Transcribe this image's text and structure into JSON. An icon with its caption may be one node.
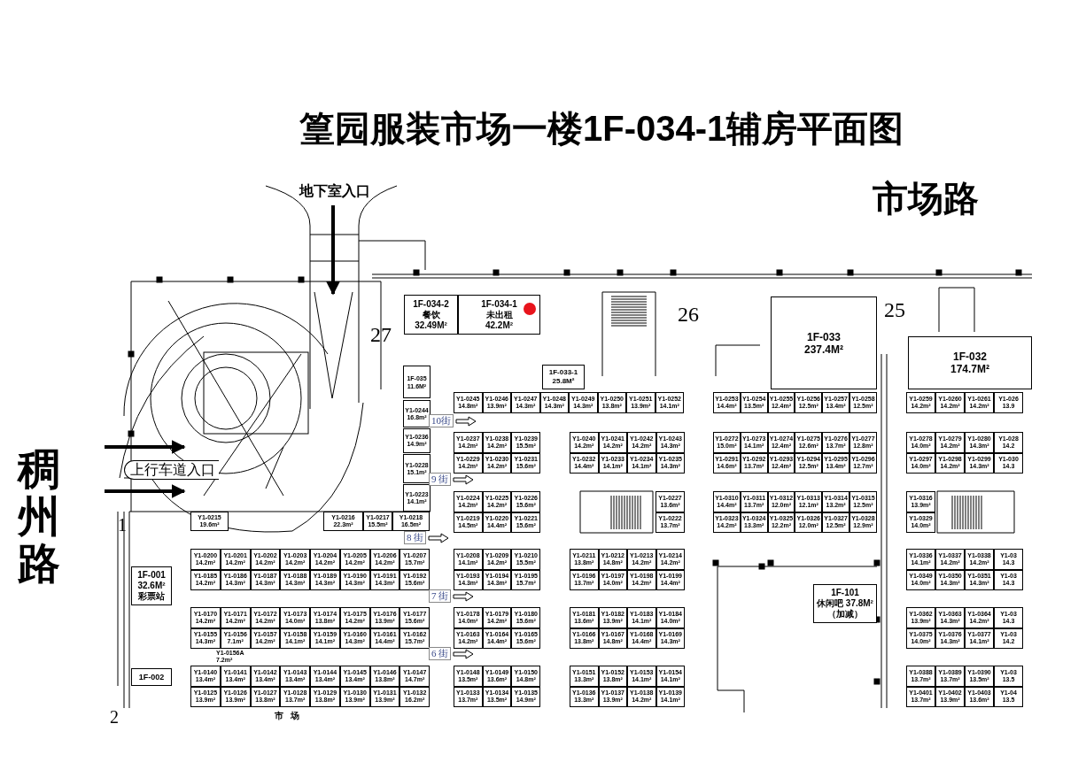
{
  "diagram": {
    "title": "篁园服装市场一楼1F-034-1辅房平面图",
    "nodes": [
      {
        "text": [
          "1F-034-2",
          "餐饮",
          "32.49M²"
        ]
      },
      {
        "text": [
          "1F-034-1",
          "未出租",
          "42.2M²"
        ]
      },
      {
        "text": [
          "1F-033",
          "237.4M²"
        ]
      },
      {
        "text": [
          "1F-032",
          "174.7M²"
        ]
      },
      {
        "text": [
          "1F-035",
          "11.6M²"
        ]
      },
      {
        "text": [
          "1F-033-1",
          "25.8M²"
        ]
      },
      {
        "text": [
          "Y1-0245",
          "14.8m²"
        ]
      },
      {
        "text": [
          "Y1-0246",
          "13.9m²"
        ]
      },
      {
        "text": [
          "Y1-0247",
          "14.3m²"
        ]
      },
      {
        "text": [
          "Y1-0248",
          "14.3m²"
        ]
      },
      {
        "text": [
          "Y1-0249",
          "14.3m²"
        ]
      },
      {
        "text": [
          "Y1-0250",
          "13.8m²"
        ]
      },
      {
        "text": [
          "Y1-0251",
          "13.9m²"
        ]
      },
      {
        "text": [
          "Y1-0252",
          "14.1m²"
        ]
      },
      {
        "text": [
          "Y1-0253",
          "14.4m²"
        ]
      },
      {
        "text": [
          "Y1-0254",
          "13.5m²"
        ]
      },
      {
        "text": [
          "Y1-0255",
          "12.4m²"
        ]
      },
      {
        "text": [
          "Y1-0256",
          "12.5m²"
        ]
      },
      {
        "text": [
          "Y1-0257",
          "13.4m²"
        ]
      },
      {
        "text": [
          "Y1-0258",
          "12.5m²"
        ]
      },
      {
        "text": [
          "Y1-0259",
          "14.2m²"
        ]
      },
      {
        "text": [
          "Y1-0260",
          "14.2m²"
        ]
      },
      {
        "text": [
          "Y1-0261",
          "14.2m²"
        ]
      },
      {
        "text": [
          "Y1-026",
          "13.9"
        ]
      },
      {
        "text": [
          "Y1-0244",
          "16.8m²"
        ]
      },
      {
        "text": [
          "Y1-0236",
          "14.9m²"
        ]
      },
      {
        "text": [
          "Y1-0228",
          "15.1m²"
        ]
      },
      {
        "text": [
          "Y1-0223",
          "14.1m²"
        ]
      },
      {
        "text": [
          "Y1-0237",
          "14.2m²"
        ]
      },
      {
        "text": [
          "Y1-0238",
          "14.2m²"
        ]
      },
      {
        "text": [
          "Y1-0239",
          "15.5m²"
        ]
      },
      {
        "text": [
          "Y1-0229",
          "14.2m²"
        ]
      },
      {
        "text": [
          "Y1-0230",
          "14.2m²"
        ]
      },
      {
        "text": [
          "Y1-0231",
          "15.6m²"
        ]
      },
      {
        "text": [
          "Y1-0240",
          "14.2m²"
        ]
      },
      {
        "text": [
          "Y1-0241",
          "14.2m²"
        ]
      },
      {
        "text": [
          "Y1-0242",
          "14.2m²"
        ]
      },
      {
        "text": [
          "Y1-0243",
          "14.3m²"
        ]
      },
      {
        "text": [
          "Y1-0232",
          "14.4m²"
        ]
      },
      {
        "text": [
          "Y1-0233",
          "14.1m²"
        ]
      },
      {
        "text": [
          "Y1-0234",
          "14.1m²"
        ]
      },
      {
        "text": [
          "Y1-0235",
          "14.3m²"
        ]
      },
      {
        "text": [
          "Y1-0272",
          "15.0m²"
        ]
      },
      {
        "text": [
          "Y1-0273",
          "14.1m²"
        ]
      },
      {
        "text": [
          "Y1-0274",
          "12.4m²"
        ]
      },
      {
        "text": [
          "Y1-0275",
          "12.6m²"
        ]
      },
      {
        "text": [
          "Y1-0276",
          "13.7m²"
        ]
      },
      {
        "text": [
          "Y1-0277",
          "12.8m²"
        ]
      },
      {
        "text": [
          "Y1-0291",
          "14.6m²"
        ]
      },
      {
        "text": [
          "Y1-0292",
          "13.7m²"
        ]
      },
      {
        "text": [
          "Y1-0293",
          "12.4m²"
        ]
      },
      {
        "text": [
          "Y1-0294",
          "12.5m²"
        ]
      },
      {
        "text": [
          "Y1-0295",
          "13.4m²"
        ]
      },
      {
        "text": [
          "Y1-0296",
          "12.7m²"
        ]
      },
      {
        "text": [
          "Y1-0278",
          "14.0m²"
        ]
      },
      {
        "text": [
          "Y1-0279",
          "14.2m²"
        ]
      },
      {
        "text": [
          "Y1-0280",
          "14.3m²"
        ]
      },
      {
        "text": [
          "Y1-028",
          "14.2"
        ]
      },
      {
        "text": [
          "Y1-0297",
          "14.0m²"
        ]
      },
      {
        "text": [
          "Y1-0298",
          "14.2m²"
        ]
      },
      {
        "text": [
          "Y1-0299",
          "14.3m²"
        ]
      },
      {
        "text": [
          "Y1-030",
          "14.3"
        ]
      },
      {
        "text": [
          "Y1-0224",
          "14.2m²"
        ]
      },
      {
        "text": [
          "Y1-0225",
          "14.2m²"
        ]
      },
      {
        "text": [
          "Y1-0226",
          "15.6m²"
        ]
      },
      {
        "text": [
          "Y1-0219",
          "14.5m²"
        ]
      },
      {
        "text": [
          "Y1-0220",
          "14.4m²"
        ]
      },
      {
        "text": [
          "Y1-0221",
          "15.6m²"
        ]
      },
      {
        "text": [
          "Y1-0227",
          "13.6m²"
        ]
      },
      {
        "text": [
          "Y1-0222",
          "13.7m²"
        ]
      },
      {
        "text": [
          "Y1-0310",
          "14.4m²"
        ]
      },
      {
        "text": [
          "Y1-0311",
          "13.7m²"
        ]
      },
      {
        "text": [
          "Y1-0312",
          "12.0m²"
        ]
      },
      {
        "text": [
          "Y1-0313",
          "12.1m²"
        ]
      },
      {
        "text": [
          "Y1-0314",
          "13.2m²"
        ]
      },
      {
        "text": [
          "Y1-0315",
          "12.5m²"
        ]
      },
      {
        "text": [
          "Y1-0323",
          "14.2m²"
        ]
      },
      {
        "text": [
          "Y1-0324",
          "13.3m²"
        ]
      },
      {
        "text": [
          "Y1-0325",
          "12.2m²"
        ]
      },
      {
        "text": [
          "Y1-0326",
          "12.0m²"
        ]
      },
      {
        "text": [
          "Y1-0327",
          "12.5m²"
        ]
      },
      {
        "text": [
          "Y1-0328",
          "12.9m²"
        ]
      },
      {
        "text": [
          "Y1-0316",
          "13.9m²"
        ]
      },
      {
        "text": [
          "Y1-0329",
          "14.0m²"
        ]
      },
      {
        "text": [
          "Y1-0215",
          "19.6m²"
        ]
      },
      {
        "text": [
          "Y1-0216",
          "22.3m²"
        ]
      },
      {
        "text": [
          "Y1-0217",
          "15.5m²"
        ]
      },
      {
        "text": [
          "Y1-0218",
          "16.5m²"
        ]
      },
      {
        "text": [
          "Y1-0200",
          "14.2m²"
        ]
      },
      {
        "text": [
          "Y1-0201",
          "14.2m²"
        ]
      },
      {
        "text": [
          "Y1-0202",
          "14.2m²"
        ]
      },
      {
        "text": [
          "Y1-0203",
          "14.2m²"
        ]
      },
      {
        "text": [
          "Y1-0204",
          "14.2m²"
        ]
      },
      {
        "text": [
          "Y1-0205",
          "14.2m²"
        ]
      },
      {
        "text": [
          "Y1-0206",
          "14.2m²"
        ]
      },
      {
        "text": [
          "Y1-0207",
          "15.7m²"
        ]
      },
      {
        "text": [
          "Y1-0185",
          "14.2m²"
        ]
      },
      {
        "text": [
          "Y1-0186",
          "14.3m²"
        ]
      },
      {
        "text": [
          "Y1-0187",
          "14.3m²"
        ]
      },
      {
        "text": [
          "Y1-0188",
          "14.3m²"
        ]
      },
      {
        "text": [
          "Y1-0189",
          "14.3m²"
        ]
      },
      {
        "text": [
          "Y1-0190",
          "14.3m²"
        ]
      },
      {
        "text": [
          "Y1-0191",
          "14.3m²"
        ]
      },
      {
        "text": [
          "Y1-0192",
          "15.6m²"
        ]
      },
      {
        "text": [
          "Y1-0208",
          "14.1m²"
        ]
      },
      {
        "text": [
          "Y1-0209",
          "14.2m²"
        ]
      },
      {
        "text": [
          "Y1-0210",
          "15.5m²"
        ]
      },
      {
        "text": [
          "Y1-0193",
          "14.3m²"
        ]
      },
      {
        "text": [
          "Y1-0194",
          "14.3m²"
        ]
      },
      {
        "text": [
          "Y1-0195",
          "15.7m²"
        ]
      },
      {
        "text": [
          "Y1-0211",
          "13.8m²"
        ]
      },
      {
        "text": [
          "Y1-0212",
          "14.8m²"
        ]
      },
      {
        "text": [
          "Y1-0213",
          "14.2m²"
        ]
      },
      {
        "text": [
          "Y1-0214",
          "14.2m²"
        ]
      },
      {
        "text": [
          "Y1-0196",
          "13.7m²"
        ]
      },
      {
        "text": [
          "Y1-0197",
          "14.0m²"
        ]
      },
      {
        "text": [
          "Y1-0198",
          "14.2m²"
        ]
      },
      {
        "text": [
          "Y1-0199",
          "14.4m²"
        ]
      },
      {
        "text": [
          "Y1-0336",
          "14.1m²"
        ]
      },
      {
        "text": [
          "Y1-0337",
          "14.2m²"
        ]
      },
      {
        "text": [
          "Y1-0338",
          "14.2m²"
        ]
      },
      {
        "text": [
          "Y1-03",
          "14.3"
        ]
      },
      {
        "text": [
          "Y1-0349",
          "14.0m²"
        ]
      },
      {
        "text": [
          "Y1-0350",
          "14.3m²"
        ]
      },
      {
        "text": [
          "Y1-0351",
          "14.3m²"
        ]
      },
      {
        "text": [
          "Y1-03",
          "14.3"
        ]
      },
      {
        "text": [
          "1F-001",
          "32.6M²",
          "彩票站"
        ]
      },
      {
        "text": [
          "1F-101",
          "休闲吧 37.8M²",
          "（加减）"
        ]
      },
      {
        "text": [
          "Y1-0170",
          "14.2m²"
        ]
      },
      {
        "text": [
          "Y1-0171",
          "14.2m²"
        ]
      },
      {
        "text": [
          "Y1-0172",
          "14.2m²"
        ]
      },
      {
        "text": [
          "Y1-0173",
          "14.0m²"
        ]
      },
      {
        "text": [
          "Y1-0174",
          "13.8m²"
        ]
      },
      {
        "text": [
          "Y1-0175",
          "14.2m²"
        ]
      },
      {
        "text": [
          "Y1-0176",
          "13.9m²"
        ]
      },
      {
        "text": [
          "Y1-0177",
          "15.6m²"
        ]
      },
      {
        "text": [
          "Y1-0155",
          "14.3m²"
        ]
      },
      {
        "text": [
          "Y1-0156",
          "7.1m²"
        ]
      },
      {
        "text": [
          "Y1-0157",
          "14.2m²"
        ]
      },
      {
        "text": [
          "Y1-0158",
          "14.1m²"
        ]
      },
      {
        "text": [
          "Y1-0159",
          "14.1m²"
        ]
      },
      {
        "text": [
          "Y1-0160",
          "14.3m²"
        ]
      },
      {
        "text": [
          "Y1-0161",
          "14.4m²"
        ]
      },
      {
        "text": [
          "Y1-0162",
          "15.7m²"
        ]
      },
      {
        "text": [
          "Y1-0178",
          "14.0m²"
        ]
      },
      {
        "text": [
          "Y1-0179",
          "14.2m²"
        ]
      },
      {
        "text": [
          "Y1-0180",
          "15.6m²"
        ]
      },
      {
        "text": [
          "Y1-0163",
          "14.2m²"
        ]
      },
      {
        "text": [
          "Y1-0164",
          "14.4m²"
        ]
      },
      {
        "text": [
          "Y1-0165",
          "15.6m²"
        ]
      },
      {
        "text": [
          "Y1-0181",
          "13.6m²"
        ]
      },
      {
        "text": [
          "Y1-0182",
          "13.9m²"
        ]
      },
      {
        "text": [
          "Y1-0183",
          "14.1m²"
        ]
      },
      {
        "text": [
          "Y1-0184",
          "14.0m²"
        ]
      },
      {
        "text": [
          "Y1-0166",
          "13.8m²"
        ]
      },
      {
        "text": [
          "Y1-0167",
          "14.8m²"
        ]
      },
      {
        "text": [
          "Y1-0168",
          "14.4m²"
        ]
      },
      {
        "text": [
          "Y1-0169",
          "14.3m²"
        ]
      },
      {
        "text": [
          "Y1-0362",
          "13.9m²"
        ]
      },
      {
        "text": [
          "Y1-0363",
          "14.3m²"
        ]
      },
      {
        "text": [
          "Y1-0364",
          "14.2m²"
        ]
      },
      {
        "text": [
          "Y1-03",
          "14.3"
        ]
      },
      {
        "text": [
          "Y1-0375",
          "14.0m²"
        ]
      },
      {
        "text": [
          "Y1-0376",
          "14.3m²"
        ]
      },
      {
        "text": [
          "Y1-0377",
          "14.1m²"
        ]
      },
      {
        "text": [
          "Y1-03",
          "14.2"
        ]
      },
      {
        "text": [
          "1F-002"
        ]
      },
      {
        "text": [
          "Y1-0140",
          "13.4m²"
        ]
      },
      {
        "text": [
          "Y1-0141",
          "13.4m²"
        ]
      },
      {
        "text": [
          "Y1-0142",
          "13.4m²"
        ]
      },
      {
        "text": [
          "Y1-0143",
          "13.4m²"
        ]
      },
      {
        "text": [
          "Y1-0144",
          "13.4m²"
        ]
      },
      {
        "text": [
          "Y1-0145",
          "13.4m²"
        ]
      },
      {
        "text": [
          "Y1-0146",
          "13.8m²"
        ]
      },
      {
        "text": [
          "Y1-0147",
          "14.7m²"
        ]
      },
      {
        "text": [
          "Y1-0125",
          "13.9m²"
        ]
      },
      {
        "text": [
          "Y1-0126",
          "13.9m²"
        ]
      },
      {
        "text": [
          "Y1-0127",
          "13.8m²"
        ]
      },
      {
        "text": [
          "Y1-0128",
          "13.7m²"
        ]
      },
      {
        "text": [
          "Y1-0129",
          "13.8m²"
        ]
      },
      {
        "text": [
          "Y1-0130",
          "13.9m²"
        ]
      },
      {
        "text": [
          "Y1-0131",
          "13.9m²"
        ]
      },
      {
        "text": [
          "Y1-0132",
          "16.2m²"
        ]
      },
      {
        "text": [
          "Y1-0148",
          "13.5m²"
        ]
      },
      {
        "text": [
          "Y1-0149",
          "13.6m²"
        ]
      },
      {
        "text": [
          "Y1-0150",
          "14.8m²"
        ]
      },
      {
        "text": [
          "Y1-0133",
          "13.7m²"
        ]
      },
      {
        "text": [
          "Y1-0134",
          "13.5m²"
        ]
      },
      {
        "text": [
          "Y1-0135",
          "14.9m²"
        ]
      },
      {
        "text": [
          "Y1-0151",
          "13.3m²"
        ]
      },
      {
        "text": [
          "Y1-0152",
          "13.8m²"
        ]
      },
      {
        "text": [
          "Y1-0153",
          "14.1m²"
        ]
      },
      {
        "text": [
          "Y1-0154",
          "14.1m²"
        ]
      },
      {
        "text": [
          "Y1-0136",
          "13.3m²"
        ]
      },
      {
        "text": [
          "Y1-0137",
          "13.9m²"
        ]
      },
      {
        "text": [
          "Y1-0138",
          "14.2m²"
        ]
      },
      {
        "text": [
          "Y1-0139",
          "14.1m²"
        ]
      },
      {
        "text": [
          "Y1-0388",
          "13.7m²"
        ]
      },
      {
        "text": [
          "Y1-0389",
          "13.7m²"
        ]
      },
      {
        "text": [
          "Y1-0390",
          "13.5m²"
        ]
      },
      {
        "text": [
          "Y1-03",
          "13.5"
        ]
      },
      {
        "text": [
          "Y1-0401",
          "13.7m²"
        ]
      },
      {
        "text": [
          "Y1-0402",
          "13.9m²"
        ]
      },
      {
        "text": [
          "Y1-0403",
          "13.6m²"
        ]
      },
      {
        "text": [
          "Y1-04",
          "13.5"
        ]
      }
    ],
    "labels": [
      "地下室入口",
      "市场路",
      "稠州路",
      "上行车道入口",
      "27",
      "26",
      "25",
      "1",
      "2",
      "10街",
      "9 街",
      "8 街",
      "7 街",
      "6 街",
      "Y1-0156A 7.2m²",
      "市场"
    ]
  }
}
